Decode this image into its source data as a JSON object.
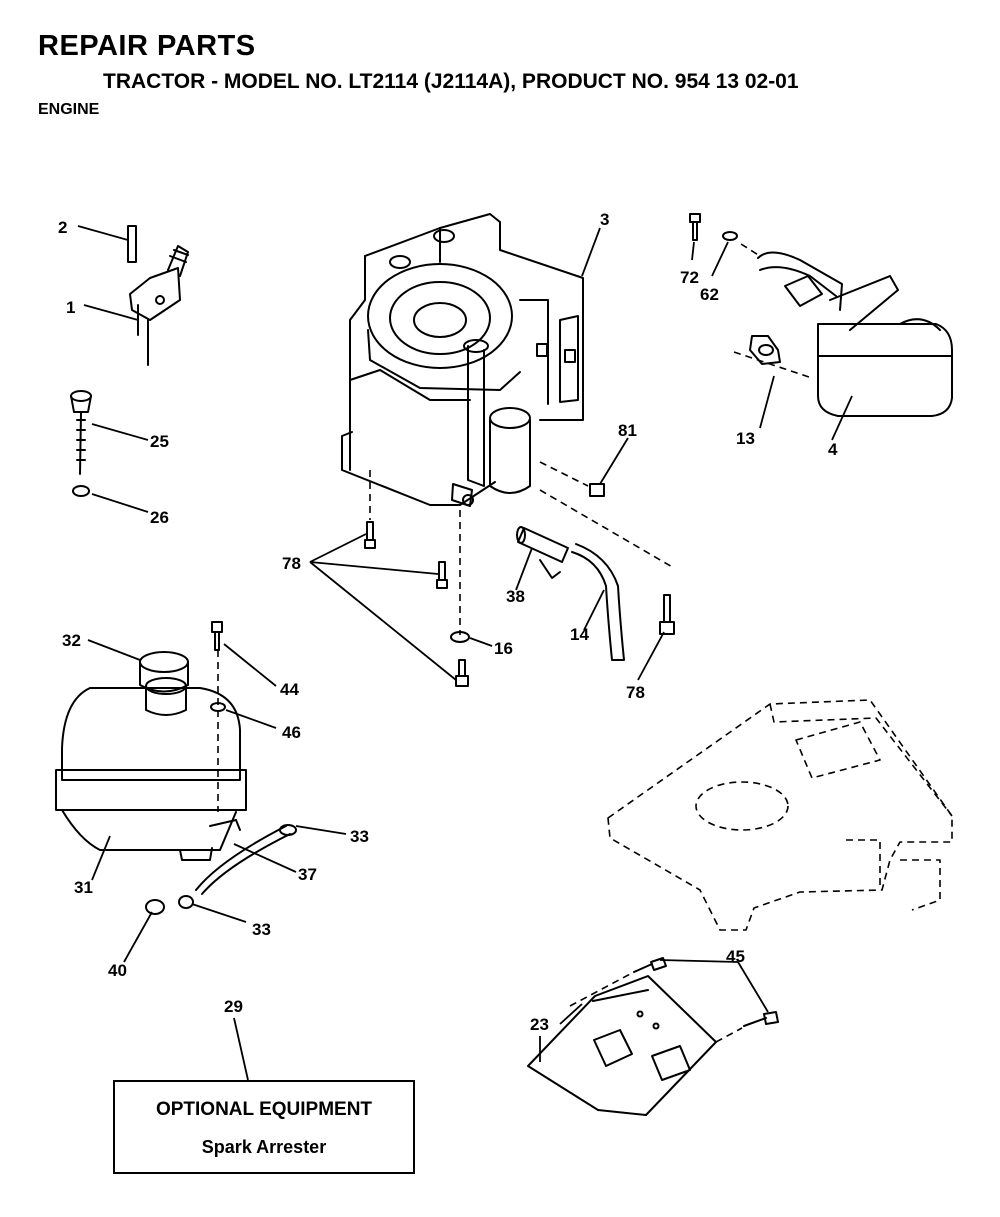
{
  "header": {
    "title": "REPAIR PARTS",
    "subtitle": "TRACTOR - MODEL NO. LT2114 (J2114A), PRODUCT NO. 954 13 02-01",
    "section": "ENGINE"
  },
  "callouts": {
    "c1": "1",
    "c2": "2",
    "c3": "3",
    "c4": "4",
    "c13": "13",
    "c14": "14",
    "c16": "16",
    "c23": "23",
    "c25": "25",
    "c26": "26",
    "c29": "29",
    "c31": "31",
    "c32": "32",
    "c33a": "33",
    "c33b": "33",
    "c37": "37",
    "c38": "38",
    "c40": "40",
    "c44": "44",
    "c45": "45",
    "c46": "46",
    "c62": "62",
    "c72": "72",
    "c78a": "78",
    "c78b": "78",
    "c81": "81"
  },
  "optional_box": {
    "title": "OPTIONAL EQUIPMENT",
    "item": "Spark Arrester"
  }
}
